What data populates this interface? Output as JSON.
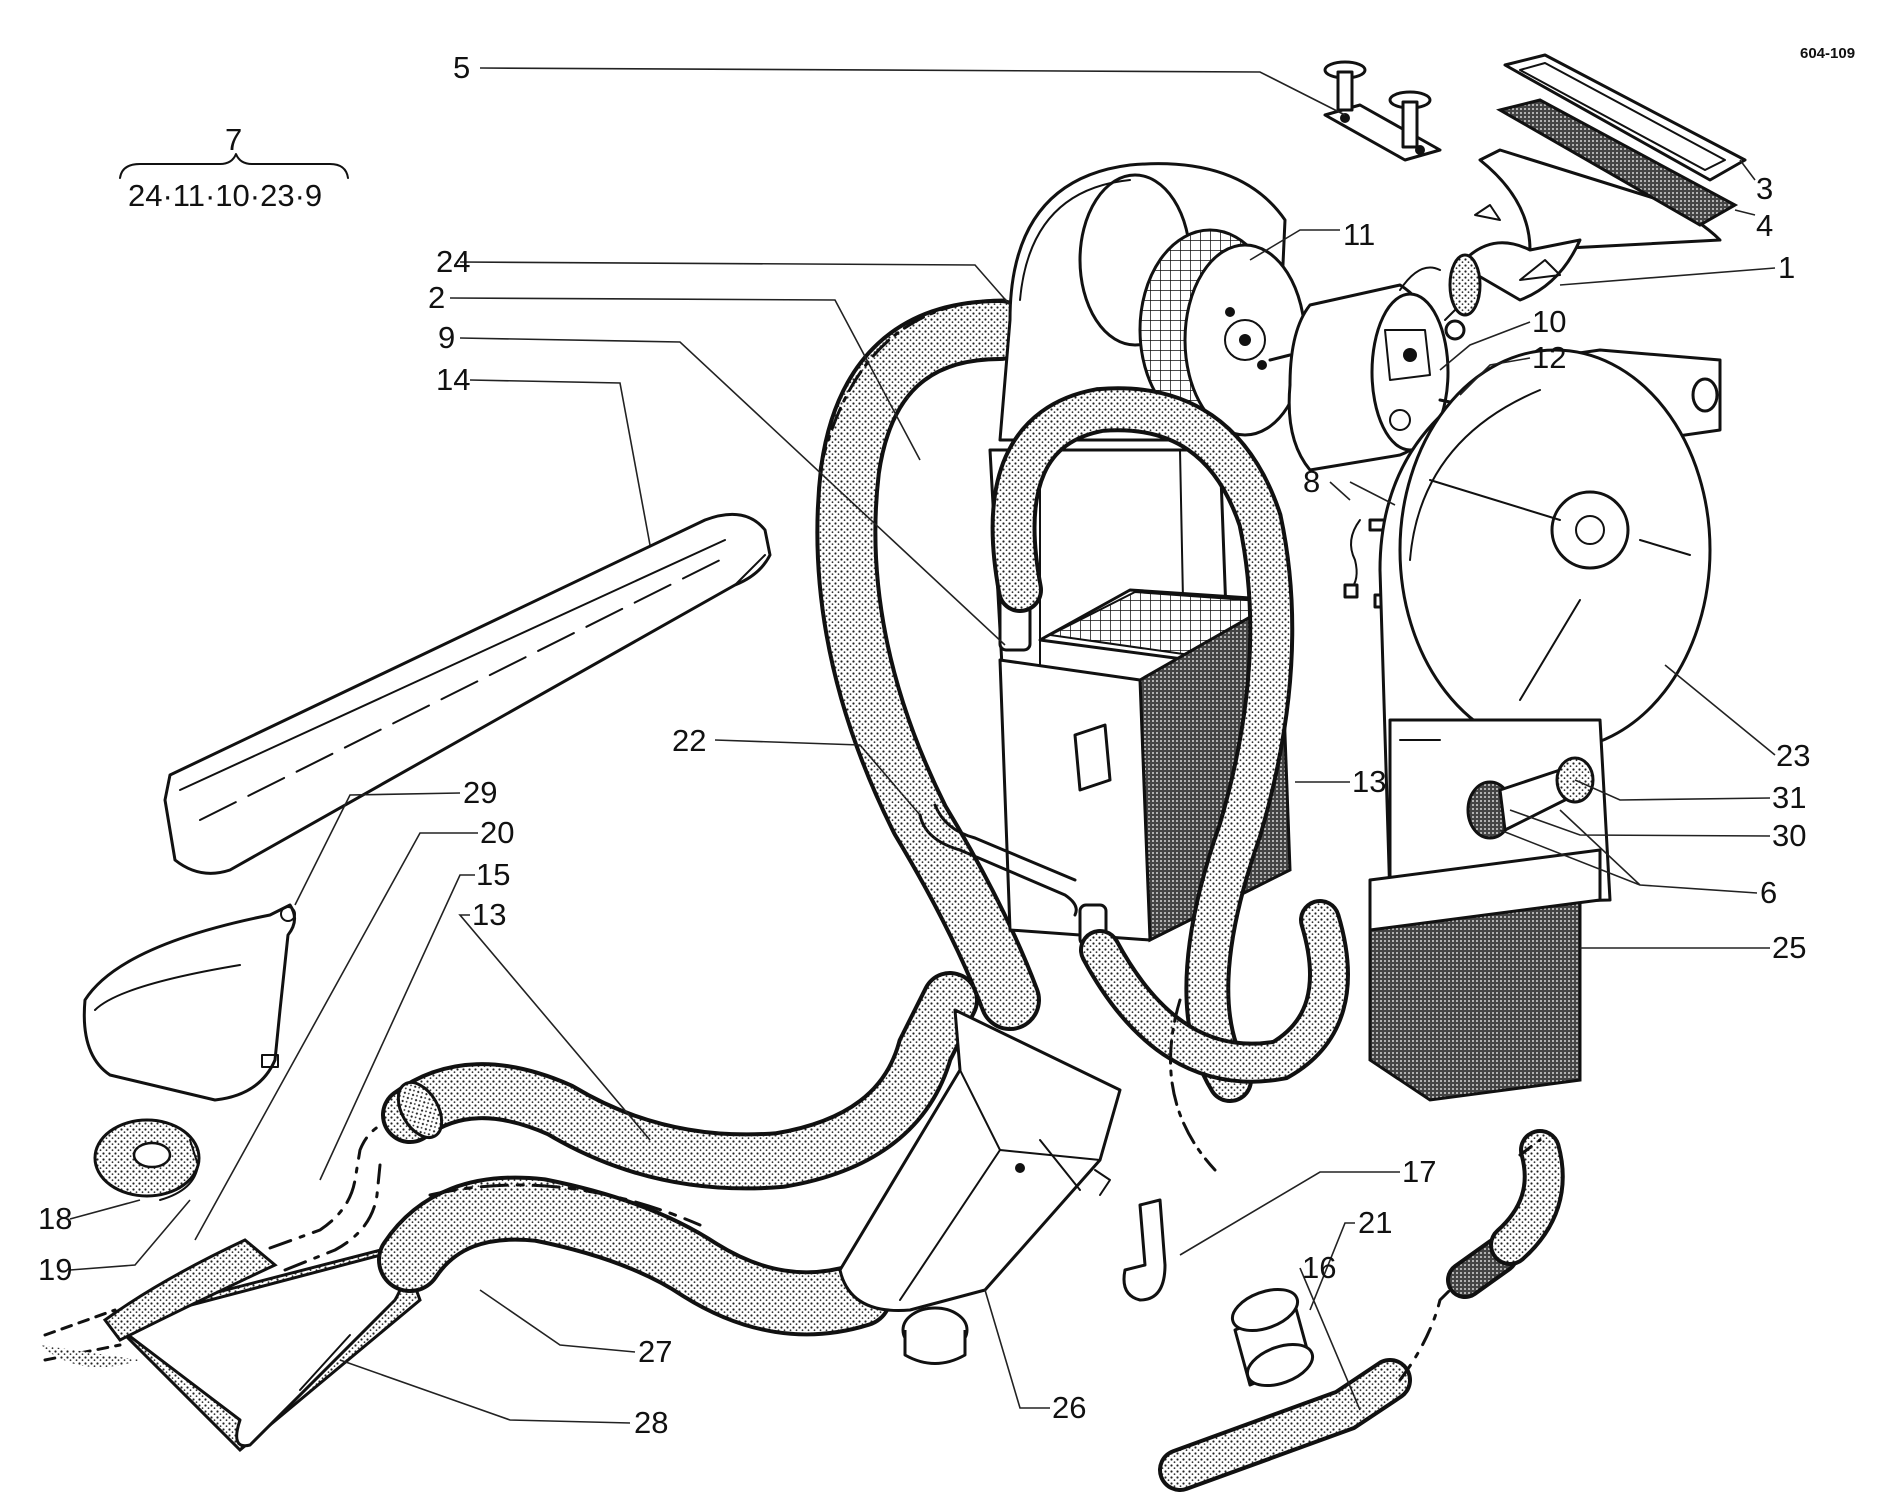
{
  "drawing_ref": "604-109",
  "group": {
    "number": "7",
    "members": "24·11·10·23·9"
  },
  "callouts": [
    {
      "id": "c1",
      "label": "1"
    },
    {
      "id": "c2",
      "label": "2"
    },
    {
      "id": "c3",
      "label": "3"
    },
    {
      "id": "c4",
      "label": "4"
    },
    {
      "id": "c5",
      "label": "5"
    },
    {
      "id": "c6",
      "label": "6"
    },
    {
      "id": "c8",
      "label": "8"
    },
    {
      "id": "c9",
      "label": "9"
    },
    {
      "id": "c10",
      "label": "10"
    },
    {
      "id": "c11",
      "label": "11"
    },
    {
      "id": "c12",
      "label": "12"
    },
    {
      "id": "c13a",
      "label": "13"
    },
    {
      "id": "c13b",
      "label": "13"
    },
    {
      "id": "c14",
      "label": "14"
    },
    {
      "id": "c15",
      "label": "15"
    },
    {
      "id": "c16",
      "label": "16"
    },
    {
      "id": "c17",
      "label": "17"
    },
    {
      "id": "c18",
      "label": "18"
    },
    {
      "id": "c19",
      "label": "19"
    },
    {
      "id": "c20",
      "label": "20"
    },
    {
      "id": "c21",
      "label": "21"
    },
    {
      "id": "c22",
      "label": "22"
    },
    {
      "id": "c23",
      "label": "23"
    },
    {
      "id": "c24",
      "label": "24"
    },
    {
      "id": "c25",
      "label": "25"
    },
    {
      "id": "c26",
      "label": "26"
    },
    {
      "id": "c27",
      "label": "27"
    },
    {
      "id": "c28",
      "label": "28"
    },
    {
      "id": "c29",
      "label": "29"
    },
    {
      "id": "c30",
      "label": "30"
    },
    {
      "id": "c31",
      "label": "31"
    }
  ]
}
